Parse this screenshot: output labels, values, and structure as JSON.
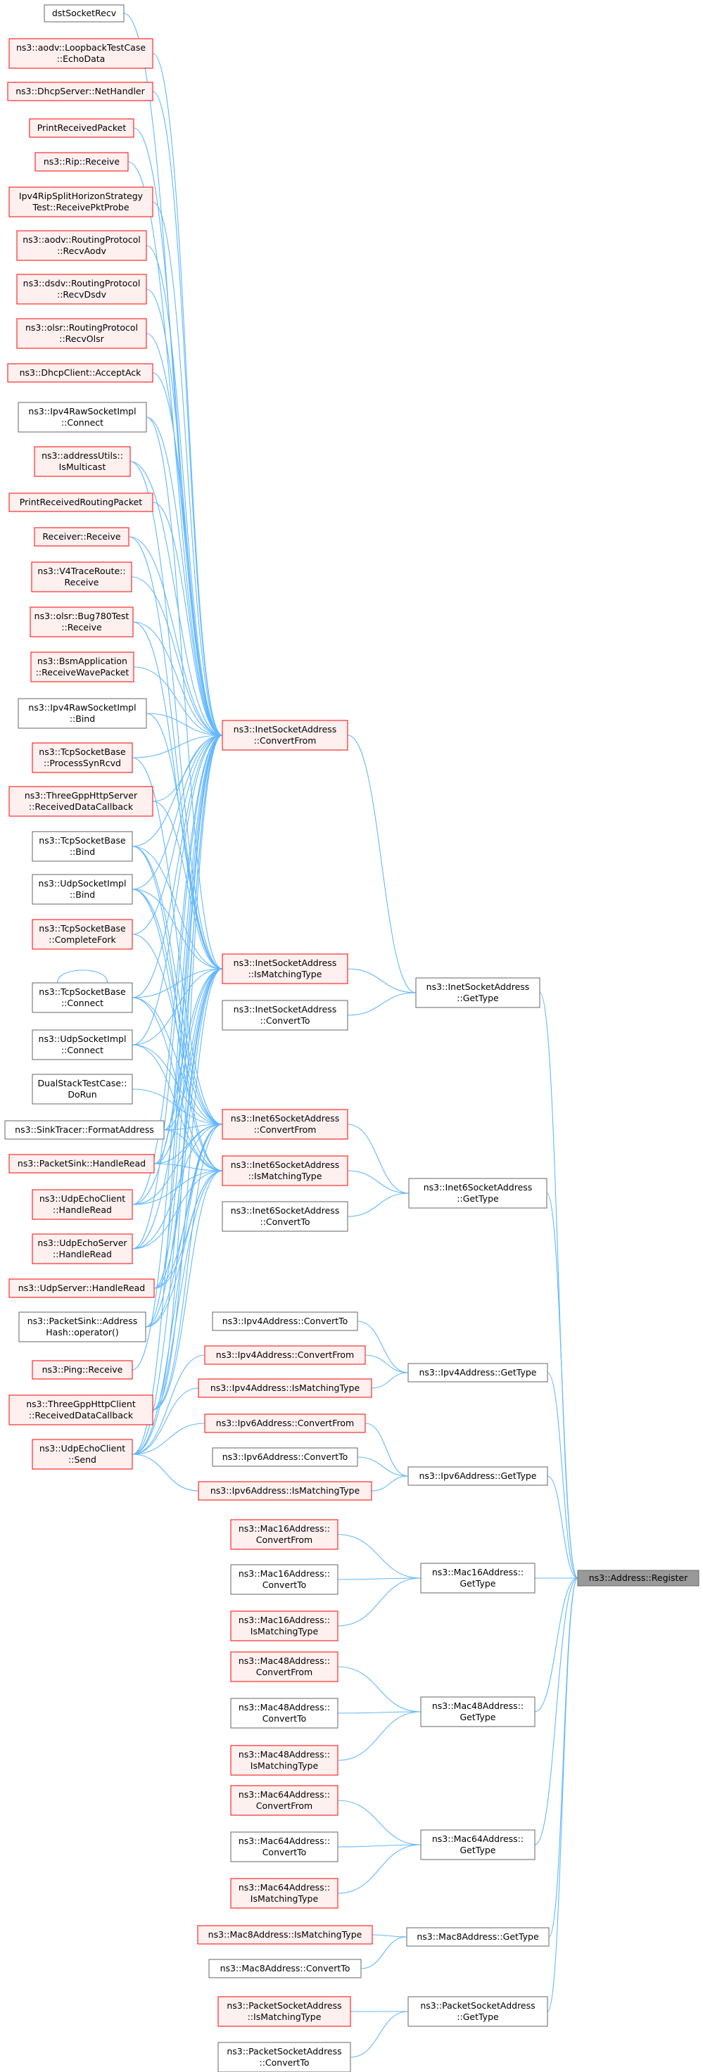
{
  "colors": {
    "edge": "#63b8ff",
    "border_normal": "#666666",
    "border_red": "#ff0000",
    "fill_normal": "#ffffff",
    "fill_red": "#fff0f0",
    "root_fill": "#999999",
    "root_border": "#666666"
  },
  "nodes": [
    {
      "id": "dstSocketRecv",
      "lines": [
        "dstSocketRecv"
      ],
      "style": "normal"
    },
    {
      "id": "aodvLoopback",
      "lines": [
        "ns3::aodv::LoopbackTestCase",
        "::EchoData"
      ],
      "style": "red"
    },
    {
      "id": "dhcpServerNetHandler",
      "lines": [
        "ns3::DhcpServer::NetHandler"
      ],
      "style": "red"
    },
    {
      "id": "printReceivedPacket",
      "lines": [
        "PrintReceivedPacket"
      ],
      "style": "red"
    },
    {
      "id": "ripReceive",
      "lines": [
        "ns3::Rip::Receive"
      ],
      "style": "red"
    },
    {
      "id": "ipv4RipSplit",
      "lines": [
        "Ipv4RipSplitHorizonStrategy",
        "Test::ReceivePktProbe"
      ],
      "style": "red"
    },
    {
      "id": "aodvRecv",
      "lines": [
        "ns3::aodv::RoutingProtocol",
        "::RecvAodv"
      ],
      "style": "red"
    },
    {
      "id": "dsdvRecv",
      "lines": [
        "ns3::dsdv::RoutingProtocol",
        "::RecvDsdv"
      ],
      "style": "red"
    },
    {
      "id": "olsrRecv",
      "lines": [
        "ns3::olsr::RoutingProtocol",
        "::RecvOlsr"
      ],
      "style": "red"
    },
    {
      "id": "dhcpClientAccept",
      "lines": [
        "ns3::DhcpClient::AcceptAck"
      ],
      "style": "red"
    },
    {
      "id": "ipv4RawConnect",
      "lines": [
        "ns3::Ipv4RawSocketImpl",
        "::Connect"
      ],
      "style": "normal"
    },
    {
      "id": "addressUtils",
      "lines": [
        "ns3::addressUtils::",
        "IsMulticast"
      ],
      "style": "red"
    },
    {
      "id": "printReceivedRouting",
      "lines": [
        "PrintReceivedRoutingPacket"
      ],
      "style": "red"
    },
    {
      "id": "receiverReceive",
      "lines": [
        "Receiver::Receive"
      ],
      "style": "red"
    },
    {
      "id": "v4TraceRoute",
      "lines": [
        "ns3::V4TraceRoute::",
        "Receive"
      ],
      "style": "red"
    },
    {
      "id": "olsrBug780",
      "lines": [
        "ns3::olsr::Bug780Test",
        "::Receive"
      ],
      "style": "red"
    },
    {
      "id": "bsmApp",
      "lines": [
        "ns3::BsmApplication",
        "::ReceiveWavePacket"
      ],
      "style": "red"
    },
    {
      "id": "ipv4RawBind",
      "lines": [
        "ns3::Ipv4RawSocketImpl",
        "::Bind"
      ],
      "style": "normal"
    },
    {
      "id": "tcpProcessSyn",
      "lines": [
        "ns3::TcpSocketBase",
        "::ProcessSynRcvd"
      ],
      "style": "red"
    },
    {
      "id": "threeGppServer",
      "lines": [
        "ns3::ThreeGppHttpServer",
        "::ReceivedDataCallback"
      ],
      "style": "red"
    },
    {
      "id": "tcpBind",
      "lines": [
        "ns3::TcpSocketBase",
        "::Bind"
      ],
      "style": "normal"
    },
    {
      "id": "udpSockBind",
      "lines": [
        "ns3::UdpSocketImpl",
        "::Bind"
      ],
      "style": "normal"
    },
    {
      "id": "tcpCompleteFork",
      "lines": [
        "ns3::TcpSocketBase",
        "::CompleteFork"
      ],
      "style": "red"
    },
    {
      "id": "tcpConnect",
      "lines": [
        "ns3::TcpSocketBase",
        "::Connect"
      ],
      "style": "normal"
    },
    {
      "id": "udpSockConnect",
      "lines": [
        "ns3::UdpSocketImpl",
        "::Connect"
      ],
      "style": "normal"
    },
    {
      "id": "dualStack",
      "lines": [
        "DualStackTestCase::",
        "DoRun"
      ],
      "style": "normal"
    },
    {
      "id": "sinkTracer",
      "lines": [
        "ns3::SinkTracer::FormatAddress"
      ],
      "style": "normal"
    },
    {
      "id": "packetSinkRead",
      "lines": [
        "ns3::PacketSink::HandleRead"
      ],
      "style": "red"
    },
    {
      "id": "udpEchoClientRead",
      "lines": [
        "ns3::UdpEchoClient",
        "::HandleRead"
      ],
      "style": "red"
    },
    {
      "id": "udpEchoServerRead",
      "lines": [
        "ns3::UdpEchoServer",
        "::HandleRead"
      ],
      "style": "red"
    },
    {
      "id": "udpServerRead",
      "lines": [
        "ns3::UdpServer::HandleRead"
      ],
      "style": "red"
    },
    {
      "id": "packetSinkHash",
      "lines": [
        "ns3::PacketSink::Address",
        "Hash::operator()"
      ],
      "style": "normal"
    },
    {
      "id": "pingReceive",
      "lines": [
        "ns3::Ping::Receive"
      ],
      "style": "red"
    },
    {
      "id": "threeGppClient",
      "lines": [
        "ns3::ThreeGppHttpClient",
        "::ReceivedDataCallback"
      ],
      "style": "red"
    },
    {
      "id": "udpEchoClientSend",
      "lines": [
        "ns3::UdpEchoClient",
        "::Send"
      ],
      "style": "red"
    },
    {
      "id": "inetConvertFrom",
      "lines": [
        "ns3::InetSocketAddress",
        "::ConvertFrom"
      ],
      "style": "red"
    },
    {
      "id": "inetIsMatching",
      "lines": [
        "ns3::InetSocketAddress",
        "::IsMatchingType"
      ],
      "style": "red"
    },
    {
      "id": "inetConvertTo",
      "lines": [
        "ns3::InetSocketAddress",
        "::ConvertTo"
      ],
      "style": "normal"
    },
    {
      "id": "inet6ConvertFrom",
      "lines": [
        "ns3::Inet6SocketAddress",
        "::ConvertFrom"
      ],
      "style": "red"
    },
    {
      "id": "inet6IsMatching",
      "lines": [
        "ns3::Inet6SocketAddress",
        "::IsMatchingType"
      ],
      "style": "red"
    },
    {
      "id": "inet6ConvertTo",
      "lines": [
        "ns3::Inet6SocketAddress",
        "::ConvertTo"
      ],
      "style": "normal"
    },
    {
      "id": "ipv4ConvertTo",
      "lines": [
        "ns3::Ipv4Address::ConvertTo"
      ],
      "style": "normal"
    },
    {
      "id": "ipv4ConvertFrom",
      "lines": [
        "ns3::Ipv4Address::ConvertFrom"
      ],
      "style": "red"
    },
    {
      "id": "ipv4IsMatching",
      "lines": [
        "ns3::Ipv4Address::IsMatchingType"
      ],
      "style": "red"
    },
    {
      "id": "ipv6ConvertFrom",
      "lines": [
        "ns3::Ipv6Address::ConvertFrom"
      ],
      "style": "red"
    },
    {
      "id": "ipv6ConvertTo",
      "lines": [
        "ns3::Ipv6Address::ConvertTo"
      ],
      "style": "normal"
    },
    {
      "id": "ipv6IsMatching",
      "lines": [
        "ns3::Ipv6Address::IsMatchingType"
      ],
      "style": "red"
    },
    {
      "id": "mac16ConvertFrom",
      "lines": [
        "ns3::Mac16Address::",
        "ConvertFrom"
      ],
      "style": "red"
    },
    {
      "id": "mac16ConvertTo",
      "lines": [
        "ns3::Mac16Address::",
        "ConvertTo"
      ],
      "style": "normal"
    },
    {
      "id": "mac16IsMatching",
      "lines": [
        "ns3::Mac16Address::",
        "IsMatchingType"
      ],
      "style": "red"
    },
    {
      "id": "mac48ConvertFrom",
      "lines": [
        "ns3::Mac48Address::",
        "ConvertFrom"
      ],
      "style": "red"
    },
    {
      "id": "mac48ConvertTo",
      "lines": [
        "ns3::Mac48Address::",
        "ConvertTo"
      ],
      "style": "normal"
    },
    {
      "id": "mac48IsMatching",
      "lines": [
        "ns3::Mac48Address::",
        "IsMatchingType"
      ],
      "style": "red"
    },
    {
      "id": "mac64ConvertFrom",
      "lines": [
        "ns3::Mac64Address::",
        "ConvertFrom"
      ],
      "style": "red"
    },
    {
      "id": "mac64ConvertTo",
      "lines": [
        "ns3::Mac64Address::",
        "ConvertTo"
      ],
      "style": "normal"
    },
    {
      "id": "mac64IsMatching",
      "lines": [
        "ns3::Mac64Address::",
        "IsMatchingType"
      ],
      "style": "red"
    },
    {
      "id": "mac8IsMatching",
      "lines": [
        "ns3::Mac8Address::IsMatchingType"
      ],
      "style": "red"
    },
    {
      "id": "mac8ConvertTo",
      "lines": [
        "ns3::Mac8Address::ConvertTo"
      ],
      "style": "normal"
    },
    {
      "id": "pktSockIsMatching",
      "lines": [
        "ns3::PacketSocketAddress",
        "::IsMatchingType"
      ],
      "style": "red"
    },
    {
      "id": "pktSockConvertTo",
      "lines": [
        "ns3::PacketSocketAddress",
        "::ConvertTo"
      ],
      "style": "normal"
    },
    {
      "id": "inetGetType",
      "lines": [
        "ns3::InetSocketAddress",
        "::GetType"
      ],
      "style": "normal"
    },
    {
      "id": "inet6GetType",
      "lines": [
        "ns3::Inet6SocketAddress",
        "::GetType"
      ],
      "style": "normal"
    },
    {
      "id": "ipv4GetType",
      "lines": [
        "ns3::Ipv4Address::GetType"
      ],
      "style": "normal"
    },
    {
      "id": "ipv6GetType",
      "lines": [
        "ns3::Ipv6Address::GetType"
      ],
      "style": "normal"
    },
    {
      "id": "mac16GetType",
      "lines": [
        "ns3::Mac16Address::",
        "GetType"
      ],
      "style": "normal"
    },
    {
      "id": "mac48GetType",
      "lines": [
        "ns3::Mac48Address::",
        "GetType"
      ],
      "style": "normal"
    },
    {
      "id": "mac64GetType",
      "lines": [
        "ns3::Mac64Address::",
        "GetType"
      ],
      "style": "normal"
    },
    {
      "id": "mac8GetType",
      "lines": [
        "ns3::Mac8Address::GetType"
      ],
      "style": "normal"
    },
    {
      "id": "pktSockGetType",
      "lines": [
        "ns3::PacketSocketAddress",
        "::GetType"
      ],
      "style": "normal"
    },
    {
      "id": "register",
      "lines": [
        "ns3::Address::Register"
      ],
      "style": "root"
    }
  ],
  "edges": [
    [
      "inetConvertFrom",
      "dstSocketRecv"
    ],
    [
      "inetConvertFrom",
      "aodvLoopback"
    ],
    [
      "inetConvertFrom",
      "dhcpServerNetHandler"
    ],
    [
      "inetConvertFrom",
      "printReceivedPacket"
    ],
    [
      "inetConvertFrom",
      "ripReceive"
    ],
    [
      "inetConvertFrom",
      "ipv4RipSplit"
    ],
    [
      "inetConvertFrom",
      "aodvRecv"
    ],
    [
      "inetConvertFrom",
      "dsdvRecv"
    ],
    [
      "inetConvertFrom",
      "olsrRecv"
    ],
    [
      "inetConvertFrom",
      "dhcpClientAccept"
    ],
    [
      "inetConvertFrom",
      "ipv4RawConnect"
    ],
    [
      "inetConvertFrom",
      "addressUtils"
    ],
    [
      "inetConvertFrom",
      "printReceivedRouting"
    ],
    [
      "inetConvertFrom",
      "receiverReceive"
    ],
    [
      "inetConvertFrom",
      "v4TraceRoute"
    ],
    [
      "inetConvertFrom",
      "olsrBug780"
    ],
    [
      "inetConvertFrom",
      "bsmApp"
    ],
    [
      "inetConvertFrom",
      "ipv4RawBind"
    ],
    [
      "inetConvertFrom",
      "tcpProcessSyn"
    ],
    [
      "inetConvertFrom",
      "threeGppServer"
    ],
    [
      "inetConvertFrom",
      "tcpBind"
    ],
    [
      "inetConvertFrom",
      "udpSockBind"
    ],
    [
      "inetConvertFrom",
      "tcpCompleteFork"
    ],
    [
      "inetConvertFrom",
      "tcpConnect"
    ],
    [
      "inetConvertFrom",
      "udpSockConnect"
    ],
    [
      "inetConvertFrom",
      "sinkTracer"
    ],
    [
      "inetConvertFrom",
      "packetSinkRead"
    ],
    [
      "inetConvertFrom",
      "udpEchoClientRead"
    ],
    [
      "inetConvertFrom",
      "udpEchoServerRead"
    ],
    [
      "inetConvertFrom",
      "udpServerRead"
    ],
    [
      "inetConvertFrom",
      "packetSinkHash"
    ],
    [
      "inetConvertFrom",
      "pingReceive"
    ],
    [
      "inetConvertFrom",
      "threeGppClient"
    ],
    [
      "inetConvertFrom",
      "udpEchoClientSend"
    ],
    [
      "inetIsMatching",
      "ipv4RawConnect"
    ],
    [
      "inetIsMatching",
      "addressUtils"
    ],
    [
      "inetIsMatching",
      "receiverReceive"
    ],
    [
      "inetIsMatching",
      "olsrBug780"
    ],
    [
      "inetIsMatching",
      "ipv4RawBind"
    ],
    [
      "inetIsMatching",
      "threeGppServer"
    ],
    [
      "inetIsMatching",
      "tcpBind"
    ],
    [
      "inetIsMatching",
      "udpSockBind"
    ],
    [
      "inetIsMatching",
      "tcpConnect"
    ],
    [
      "inetIsMatching",
      "udpSockConnect"
    ],
    [
      "inetIsMatching",
      "sinkTracer"
    ],
    [
      "inetIsMatching",
      "packetSinkRead"
    ],
    [
      "inetIsMatching",
      "udpEchoClientRead"
    ],
    [
      "inetIsMatching",
      "udpEchoServerRead"
    ],
    [
      "inetIsMatching",
      "udpServerRead"
    ],
    [
      "inetIsMatching",
      "packetSinkHash"
    ],
    [
      "inetIsMatching",
      "threeGppClient"
    ],
    [
      "inetIsMatching",
      "udpEchoClientSend"
    ],
    [
      "inet6ConvertFrom",
      "tcpProcessSyn"
    ],
    [
      "inet6ConvertFrom",
      "tcpBind"
    ],
    [
      "inet6ConvertFrom",
      "udpSockBind"
    ],
    [
      "inet6ConvertFrom",
      "tcpCompleteFork"
    ],
    [
      "inet6ConvertFrom",
      "tcpConnect"
    ],
    [
      "inet6ConvertFrom",
      "udpSockConnect"
    ],
    [
      "inet6ConvertFrom",
      "dualStack"
    ],
    [
      "inet6ConvertFrom",
      "sinkTracer"
    ],
    [
      "inet6ConvertFrom",
      "packetSinkRead"
    ],
    [
      "inet6ConvertFrom",
      "udpEchoClientRead"
    ],
    [
      "inet6ConvertFrom",
      "udpEchoServerRead"
    ],
    [
      "inet6ConvertFrom",
      "udpServerRead"
    ],
    [
      "inet6ConvertFrom",
      "packetSinkHash"
    ],
    [
      "inet6ConvertFrom",
      "threeGppClient"
    ],
    [
      "inet6ConvertFrom",
      "udpEchoClientSend"
    ],
    [
      "inet6IsMatching",
      "tcpBind"
    ],
    [
      "inet6IsMatching",
      "udpSockBind"
    ],
    [
      "inet6IsMatching",
      "tcpConnect"
    ],
    [
      "inet6IsMatching",
      "udpSockConnect"
    ],
    [
      "inet6IsMatching",
      "sinkTracer"
    ],
    [
      "inet6IsMatching",
      "packetSinkRead"
    ],
    [
      "inet6IsMatching",
      "udpEchoClientRead"
    ],
    [
      "inet6IsMatching",
      "udpEchoServerRead"
    ],
    [
      "inet6IsMatching",
      "udpServerRead"
    ],
    [
      "inet6IsMatching",
      "packetSinkHash"
    ],
    [
      "inet6IsMatching",
      "threeGppClient"
    ],
    [
      "inet6IsMatching",
      "udpEchoClientSend"
    ],
    [
      "ipv4ConvertFrom",
      "udpEchoClientSend"
    ],
    [
      "ipv4IsMatching",
      "udpEchoClientSend"
    ],
    [
      "ipv6ConvertFrom",
      "udpEchoClientSend"
    ],
    [
      "ipv6IsMatching",
      "udpEchoClientSend"
    ],
    [
      "tcpConnect",
      "tcpConnect"
    ],
    [
      "inetGetType",
      "inetConvertFrom"
    ],
    [
      "inetGetType",
      "inetIsMatching"
    ],
    [
      "inetGetType",
      "inetConvertTo"
    ],
    [
      "inet6GetType",
      "inet6ConvertFrom"
    ],
    [
      "inet6GetType",
      "inet6IsMatching"
    ],
    [
      "inet6GetType",
      "inet6ConvertTo"
    ],
    [
      "ipv4GetType",
      "ipv4ConvertTo"
    ],
    [
      "ipv4GetType",
      "ipv4ConvertFrom"
    ],
    [
      "ipv4GetType",
      "ipv4IsMatching"
    ],
    [
      "ipv6GetType",
      "ipv6ConvertFrom"
    ],
    [
      "ipv6GetType",
      "ipv6ConvertTo"
    ],
    [
      "ipv6GetType",
      "ipv6IsMatching"
    ],
    [
      "mac16GetType",
      "mac16ConvertFrom"
    ],
    [
      "mac16GetType",
      "mac16ConvertTo"
    ],
    [
      "mac16GetType",
      "mac16IsMatching"
    ],
    [
      "mac48GetType",
      "mac48ConvertFrom"
    ],
    [
      "mac48GetType",
      "mac48ConvertTo"
    ],
    [
      "mac48GetType",
      "mac48IsMatching"
    ],
    [
      "mac64GetType",
      "mac64ConvertFrom"
    ],
    [
      "mac64GetType",
      "mac64ConvertTo"
    ],
    [
      "mac64GetType",
      "mac64IsMatching"
    ],
    [
      "mac8GetType",
      "mac8IsMatching"
    ],
    [
      "mac8GetType",
      "mac8ConvertTo"
    ],
    [
      "pktSockGetType",
      "pktSockIsMatching"
    ],
    [
      "pktSockGetType",
      "pktSockConvertTo"
    ],
    [
      "register",
      "inetGetType"
    ],
    [
      "register",
      "inet6GetType"
    ],
    [
      "register",
      "ipv4GetType"
    ],
    [
      "register",
      "ipv6GetType"
    ],
    [
      "register",
      "mac16GetType"
    ],
    [
      "register",
      "mac48GetType"
    ],
    [
      "register",
      "mac64GetType"
    ],
    [
      "register",
      "mac8GetType"
    ],
    [
      "register",
      "pktSockGetType"
    ]
  ]
}
